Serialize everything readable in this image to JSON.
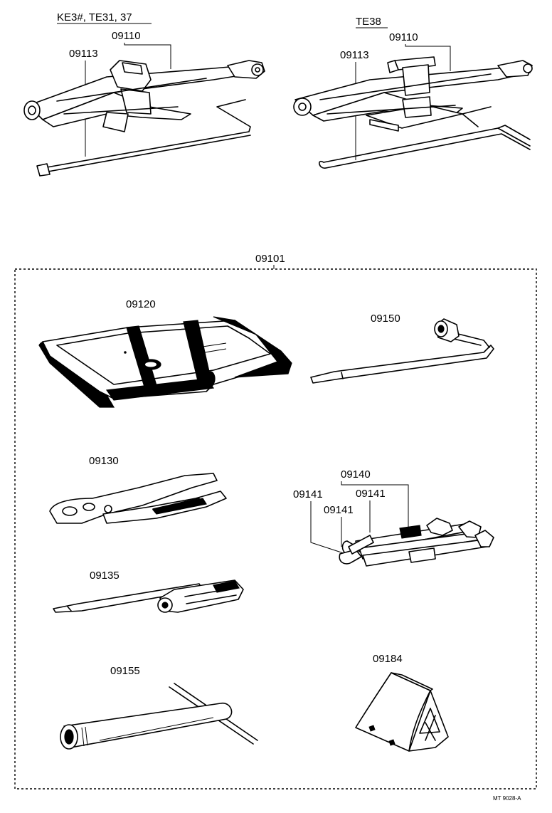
{
  "variants": {
    "left": {
      "title": "KE3#, TE31, 37",
      "jack_part": "09110",
      "handle_part": "09113"
    },
    "right": {
      "title": "TE38",
      "jack_part": "09110",
      "handle_part": "09113"
    }
  },
  "tool_set": {
    "part": "09101",
    "items": {
      "tool_bag": "09120",
      "jack_handle_wrench": "09150",
      "pliers": "09130",
      "screwdriver": "09135",
      "wrench_set": "09140",
      "wrench_a": "09141",
      "wrench_b": "09141",
      "wrench_c": "09141",
      "spark_plug_wrench": "09155",
      "wheel_chock": "09184"
    }
  },
  "figure_code": "MT 9028-A"
}
